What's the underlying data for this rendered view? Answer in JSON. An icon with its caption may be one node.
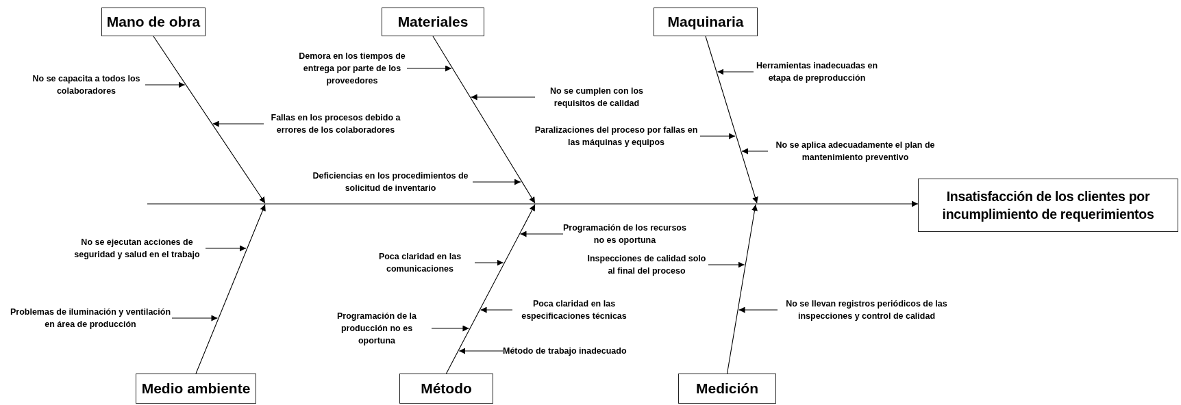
{
  "diagram": {
    "nodes": [
      {
        "text": [
          "Mano de obra"
        ]
      },
      {
        "text": [
          "Materiales"
        ]
      },
      {
        "text": [
          "Maquinaria"
        ]
      },
      {
        "text": [
          "Insatisfacción de los clientes por incumplimiento de requerimientos"
        ]
      },
      {
        "text": [
          "Medio ambiente"
        ]
      },
      {
        "text": [
          "Método"
        ]
      },
      {
        "text": [
          "Medición"
        ]
      },
      {
        "text": [
          "No se capacita a todos los colaboradores"
        ]
      },
      {
        "text": [
          "Fallas en los procesos debido a errores de los colaboradores"
        ]
      },
      {
        "text": [
          "Demora en los tiempos de entrega por parte de los proveedores"
        ]
      },
      {
        "text": [
          "No se cumplen con los requisitos de calidad"
        ]
      },
      {
        "text": [
          "Deficiencias en los procedimientos de solicitud de inventario"
        ]
      },
      {
        "text": [
          "Herramientas inadecuadas en etapa de preproducción"
        ]
      },
      {
        "text": [
          "Paralizaciones del proceso por fallas en las máquinas y equipos"
        ]
      },
      {
        "text": [
          "No se aplica adecuadamente el plan de mantenimiento preventivo"
        ]
      },
      {
        "text": [
          "No se ejecutan acciones de seguridad y salud en el trabajo"
        ]
      },
      {
        "text": [
          "Problemas de iluminación y ventilación en área de producción"
        ]
      },
      {
        "text": [
          "Programación de los recursos no es oportuna"
        ]
      },
      {
        "text": [
          "Poca claridad en las comunicaciones"
        ]
      },
      {
        "text": [
          "Poca claridad en las especificaciones técnicas"
        ]
      },
      {
        "text": [
          "Programación de la producción no es oportuna"
        ]
      },
      {
        "text": [
          "Método de trabajo inadecuado"
        ]
      },
      {
        "text": [
          "Inspecciones de calidad solo al final del proceso"
        ]
      },
      {
        "text": [
          "No se llevan registros periódicos de las inspecciones y control de calidad"
        ]
      },
      {
        "text": [],
        "shape": "line"
      },
      {
        "text": [],
        "shape": "line"
      },
      {
        "text": [],
        "shape": "line"
      },
      {
        "text": [],
        "shape": "line"
      },
      {
        "text": [],
        "shape": "line"
      },
      {
        "text": [],
        "shape": "line"
      },
      {
        "text": [],
        "shape": "line"
      }
    ],
    "edges": [
      {
        "from": 30,
        "to": 3,
        "arrow": "to"
      },
      {
        "from": 7,
        "to": 24,
        "arrow": "to"
      },
      {
        "from": 8,
        "to": 24,
        "arrow": "to"
      },
      {
        "from": 9,
        "to": 25,
        "arrow": "to"
      },
      {
        "from": 10,
        "to": 25,
        "arrow": "to"
      },
      {
        "from": 11,
        "to": 25,
        "arrow": "to"
      },
      {
        "from": 12,
        "to": 26,
        "arrow": "to"
      },
      {
        "from": 13,
        "to": 26,
        "arrow": "to"
      },
      {
        "from": 14,
        "to": 26,
        "arrow": "to"
      },
      {
        "from": 15,
        "to": 27,
        "arrow": "to"
      },
      {
        "from": 16,
        "to": 27,
        "arrow": "to"
      },
      {
        "from": 17,
        "to": 28,
        "arrow": "to"
      },
      {
        "from": 18,
        "to": 28,
        "arrow": "to"
      },
      {
        "from": 19,
        "to": 28,
        "arrow": "to"
      },
      {
        "from": 20,
        "to": 28,
        "arrow": "to"
      },
      {
        "from": 21,
        "to": 28,
        "arrow": "to"
      },
      {
        "from": 22,
        "to": 29,
        "arrow": "to"
      },
      {
        "from": 23,
        "to": 29,
        "arrow": "to"
      },
      {
        "from": 0,
        "to": 30,
        "arrow": "to"
      },
      {
        "from": 1,
        "to": 30,
        "arrow": "to"
      },
      {
        "from": 2,
        "to": 30,
        "arrow": "to"
      },
      {
        "from": 4,
        "to": 30,
        "arrow": "to"
      },
      {
        "from": 5,
        "to": 30,
        "arrow": "to"
      },
      {
        "from": 6,
        "to": 30,
        "arrow": "to"
      }
    ]
  }
}
